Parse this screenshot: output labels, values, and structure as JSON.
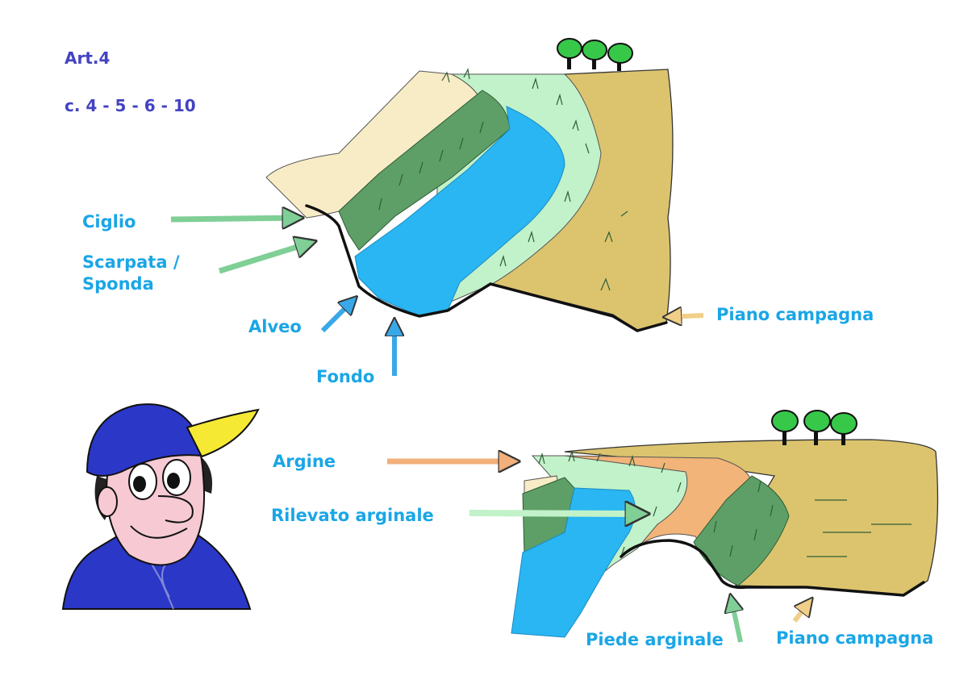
{
  "header": {
    "article": "Art.4",
    "commas": "c. 4 - 5 - 6 - 10"
  },
  "diagram_top": {
    "labels": {
      "ciglio": "Ciglio",
      "scarpata_line1": "Scarpata /",
      "scarpata_line2": "Sponda",
      "alveo": "Alveo",
      "fondo": "Fondo",
      "piano_campagna": "Piano campagna"
    }
  },
  "diagram_bottom": {
    "labels": {
      "argine": "Argine",
      "rilevato_arginale": "Rilevato arginale",
      "piede_arginale": "Piede arginale",
      "piano_campagna": "Piano campagna"
    }
  },
  "colors": {
    "label_text": "#1aa6e6",
    "header_text": "#4343c4",
    "water": "#29b6f2",
    "field": "#dcc46e",
    "bank_dark": "#5d9f67",
    "bank_light": "#c2f2c9",
    "levee": "#f2b478",
    "cliff_top": "#f8ecc6",
    "cap": "#2b37c6",
    "visor": "#f6e934"
  },
  "icons": {
    "character": "mascot-boy-cap-icon",
    "trees": "tree-icon"
  }
}
